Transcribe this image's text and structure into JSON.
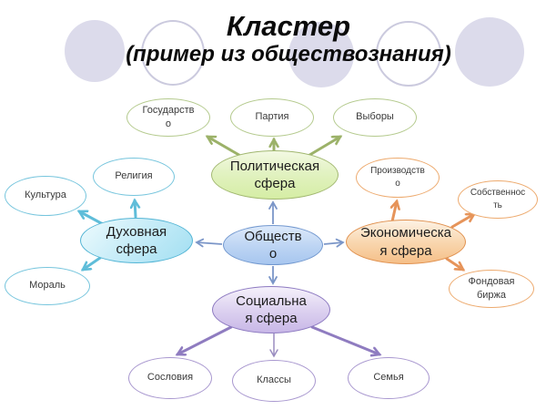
{
  "slide": {
    "title": "Кластер",
    "subtitle": "(пример из обществознания)"
  },
  "palette": {
    "background": "#ffffff",
    "title_text": "#0b0b0b",
    "decor_circle_fill": "#dcdbeb",
    "decor_circle_outline": "#cbcade",
    "society_blue_border": "#7298cf",
    "political_green_border": "#a2b871",
    "spiritual_cyan_border": "#54b5d5",
    "economic_orange_border": "#e0914f",
    "social_purple_border": "#8d7ac1",
    "connector_blue": "#7b96c8",
    "connector_green": "#9cb269",
    "connector_cyan": "#5fbdd9",
    "connector_orange": "#e6945a",
    "connector_purple": "#8f7cc0"
  },
  "diagram": {
    "center": {
      "label": "Обществ\nо"
    },
    "political": {
      "label": "Политическая\nсфера",
      "children": {
        "state": {
          "label": "Государств\nо"
        },
        "party": {
          "label": "Партия"
        },
        "elections": {
          "label": "Выборы"
        }
      }
    },
    "spiritual": {
      "label": "Духовная\nсфера",
      "children": {
        "religion": {
          "label": "Религия"
        },
        "culture": {
          "label": "Культура"
        },
        "morality": {
          "label": "Мораль"
        }
      }
    },
    "economic": {
      "label": "Экономическа\nя сфера",
      "children": {
        "production": {
          "label": "Производств\nо"
        },
        "property": {
          "label": "Собственнос\nть"
        },
        "stock_exchange": {
          "label": "Фондовая\nбиржа"
        }
      }
    },
    "social": {
      "label": "Социальна\nя сфера",
      "children": {
        "estates": {
          "label": "Сословия"
        },
        "classes": {
          "label": "Классы"
        },
        "family": {
          "label": "Семья"
        }
      }
    }
  }
}
